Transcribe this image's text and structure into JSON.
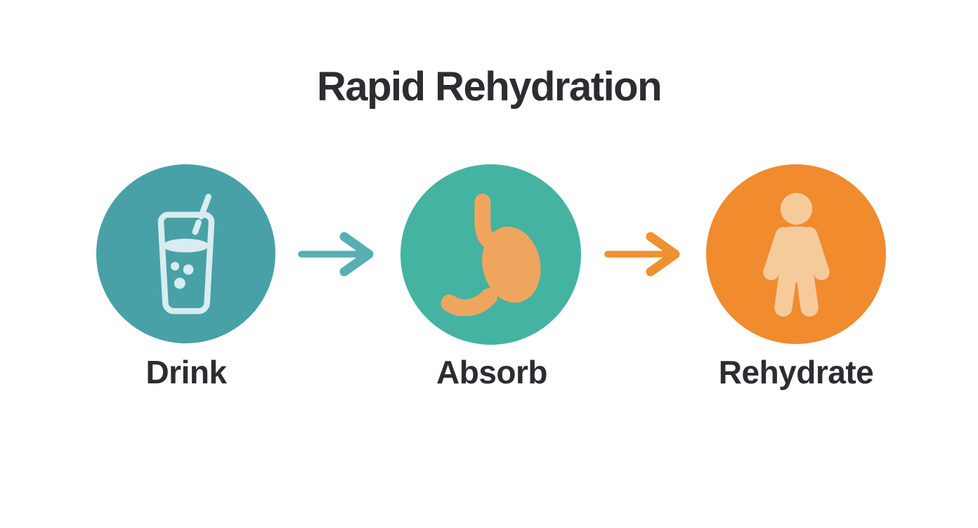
{
  "title": "Rapid Rehydration",
  "steps": [
    {
      "label": "Drink",
      "icon": "water-glass-icon",
      "circle_color": "#47a1a6",
      "icon_color": "#d9ecf1"
    },
    {
      "label": "Absorb",
      "icon": "stomach-icon",
      "circle_color": "#44b3a1",
      "icon_color": "#f0a55e"
    },
    {
      "label": "Rehydrate",
      "icon": "person-icon",
      "circle_color": "#f08b2e",
      "icon_color": "#f6cb9b"
    }
  ],
  "arrows": [
    {
      "name": "arrow-drink-to-absorb",
      "color": "#57aeb3"
    },
    {
      "name": "arrow-absorb-to-rehydrate",
      "color": "#f0912f"
    }
  ],
  "colors": {
    "background": "#ffffff",
    "title_text": "#2b2d31",
    "label_text": "#2b2d31"
  }
}
